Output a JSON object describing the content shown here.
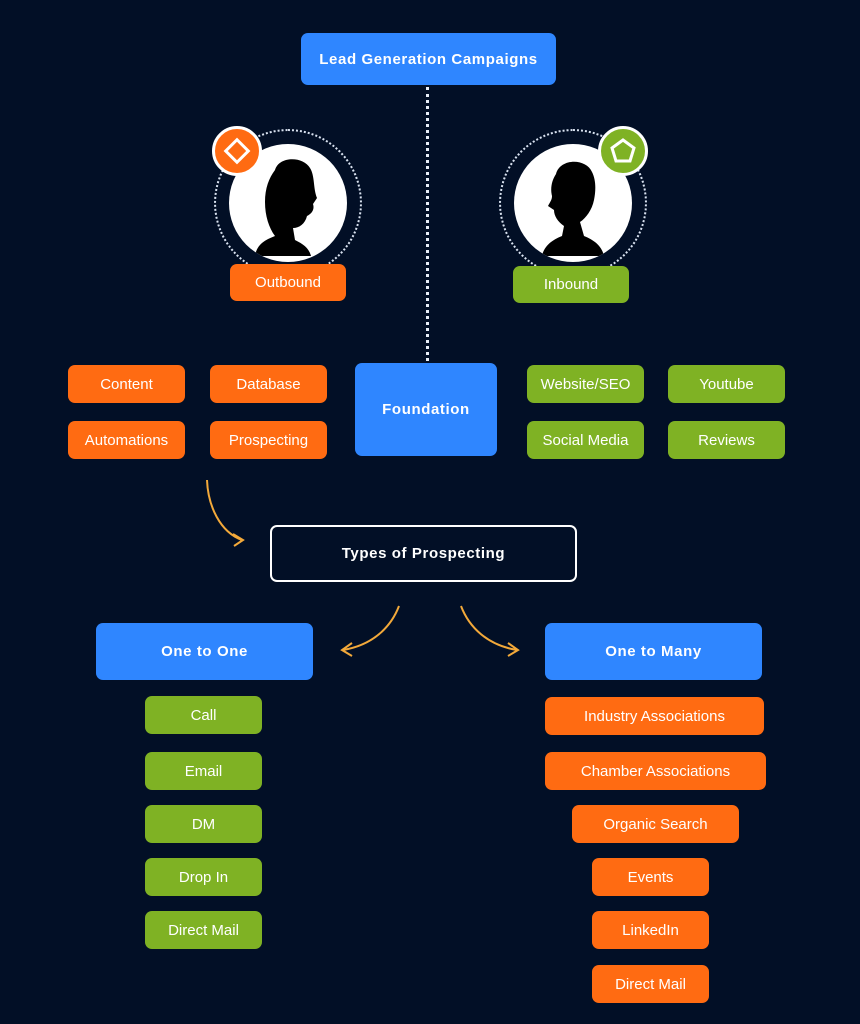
{
  "title": "Lead Generation Campaigns",
  "outbound": {
    "label": "Outbound",
    "color": "#ff6b12",
    "badge_icon": "diamond-icon"
  },
  "inbound": {
    "label": "Inbound",
    "color": "#7fb224",
    "badge_icon": "pentagon-icon"
  },
  "foundation": "Foundation",
  "outbound_channels": [
    "Content",
    "Database",
    "Automations",
    "Prospecting"
  ],
  "inbound_channels": [
    "Website/SEO",
    "Youtube",
    "Social Media",
    "Reviews"
  ],
  "types_heading": "Types of Prospecting",
  "one_to_one": {
    "label": "One to One",
    "items": [
      "Call",
      "Email",
      "DM",
      "Drop In",
      "Direct Mail"
    ]
  },
  "one_to_many": {
    "label": "One to Many",
    "items": [
      "Industry Associations",
      "Chamber Associations",
      "Organic Search",
      "Events",
      "LinkedIn",
      "Direct Mail"
    ]
  },
  "colors": {
    "background": "#020f26",
    "blue": "#2f86ff",
    "orange": "#ff6b12",
    "green": "#7fb224",
    "arrow": "#f3a93a"
  }
}
